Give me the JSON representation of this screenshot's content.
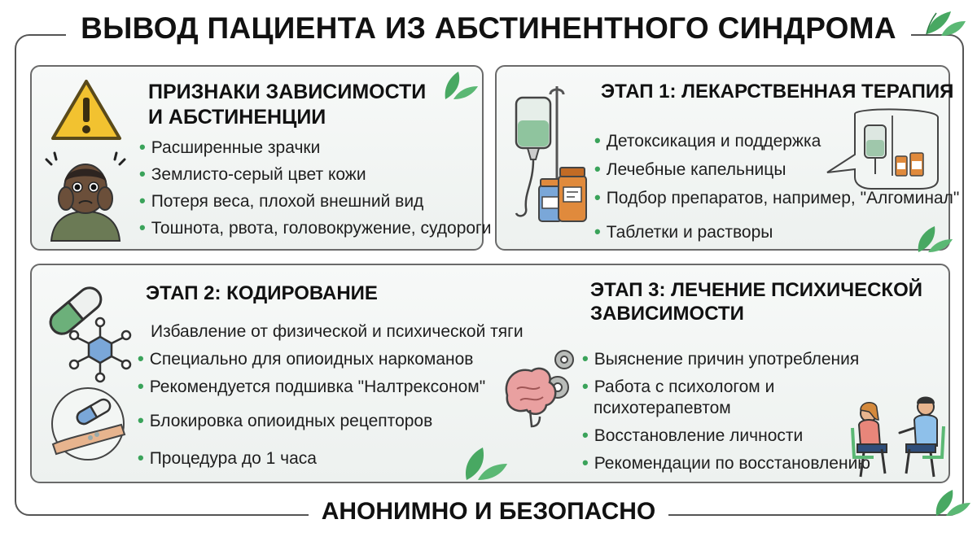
{
  "title": "ВЫВОД ПАЦИЕНТА ИЗ АБСТИНЕНТНОГО СИНДРОМА",
  "footer": "АНОНИМНО И БЕЗОПАСНО",
  "signs": {
    "heading_line1": "ПРИЗНАКИ ЗАВИСИМОСТИ",
    "heading_line2": "И АБСТИНЕНЦИИ",
    "items": [
      "Расширенные зрачки",
      "Землисто-серый цвет кожи",
      "Потеря веса, плохой внешний вид",
      "Тошнота, рвота, головокружение, судороги"
    ]
  },
  "stage1": {
    "heading": "ЭТАП 1: ЛЕКАРСТВЕННАЯ ТЕРАПИЯ",
    "items": [
      "Детоксикация и поддержка",
      "Лечебные капельницы",
      "Подбор препаратов, например, \"Алгоминал\"",
      "Таблетки и растворы"
    ]
  },
  "stage2": {
    "heading": "ЭТАП 2: КОДИРОВАНИЕ",
    "intro": "Избавление от физической и психической тяги",
    "items": [
      "Специально для опиоидных наркоманов",
      "Рекомендуется подшивка \"Налтрексоном\"",
      "Блокировка опиоидных рецепторов",
      "Процедура до 1 часа"
    ]
  },
  "stage3": {
    "heading_line1": "ЭТАП 3: ЛЕЧЕНИЕ ПСИХИЧЕСКОЙ",
    "heading_line2": "ЗАВИСИМОСТИ",
    "items": [
      "Выяснение причин употребления",
      "Работа с психологом и",
      "Восстановление личности",
      "Рекомендации по восстановлению"
    ],
    "item2_continuation": "психотерапевтом"
  },
  "icons": {
    "warning": "warning-icon",
    "distressed": "distressed-person-icon",
    "iv_drip": "iv-drip-icon",
    "medicine": "medicine-bottles-icon",
    "pill": "capsule-icon",
    "molecule": "molecule-icon",
    "injection": "arm-injection-icon",
    "brain": "brain-gears-icon",
    "therapy": "therapy-session-icon",
    "leaf": "leaf-icon"
  },
  "colors": {
    "accent_green": "#3aa35a",
    "warning_yellow": "#f2c230",
    "orange": "#e08a3c",
    "blue": "#7aa7d8",
    "brain_pink": "#e9a0a0"
  }
}
